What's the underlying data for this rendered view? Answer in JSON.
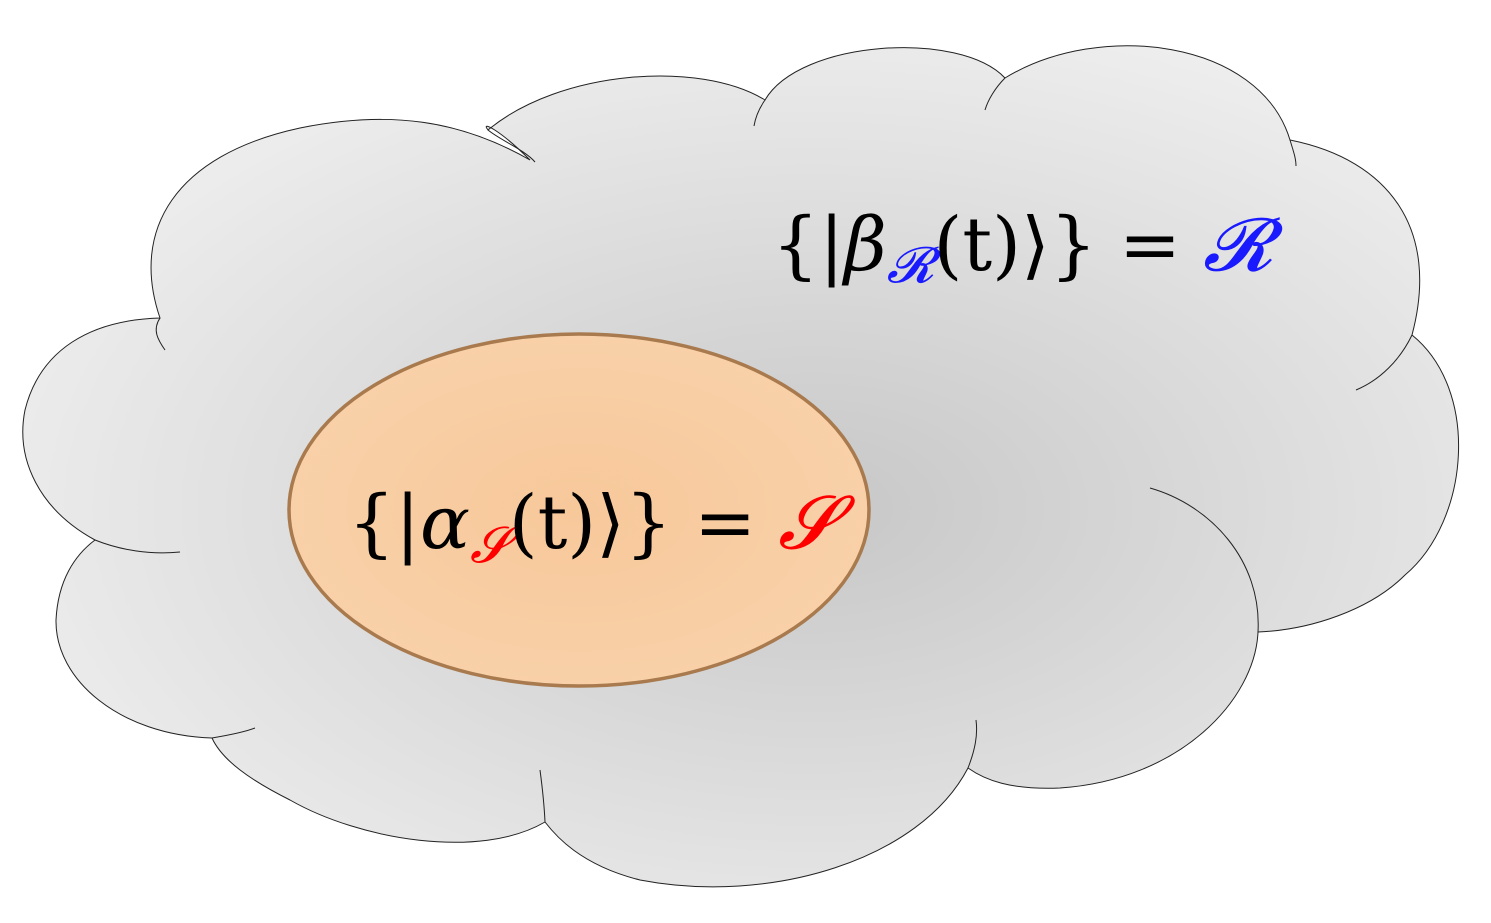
{
  "diagram": {
    "colors": {
      "cloud_fill_center": "#c7c7c7",
      "cloud_fill_edge": "#efefef",
      "cloud_stroke": "#222222",
      "ellipse_fill": "#f8ceA4",
      "ellipse_stroke": "#a87a4e",
      "reservoir_accent": "#1a1aff",
      "system_accent": "#ff0000",
      "text": "#000000"
    },
    "reservoir_label": {
      "open": "{|",
      "greek": "β",
      "subscript": "𝓡",
      "arg": "(t)⟩}",
      "equals": "=",
      "set": "𝓡"
    },
    "system_label": {
      "open": "{|",
      "greek": "α",
      "subscript": "𝓢",
      "arg": "(t)⟩}",
      "equals": "=",
      "set": "𝓢"
    }
  }
}
